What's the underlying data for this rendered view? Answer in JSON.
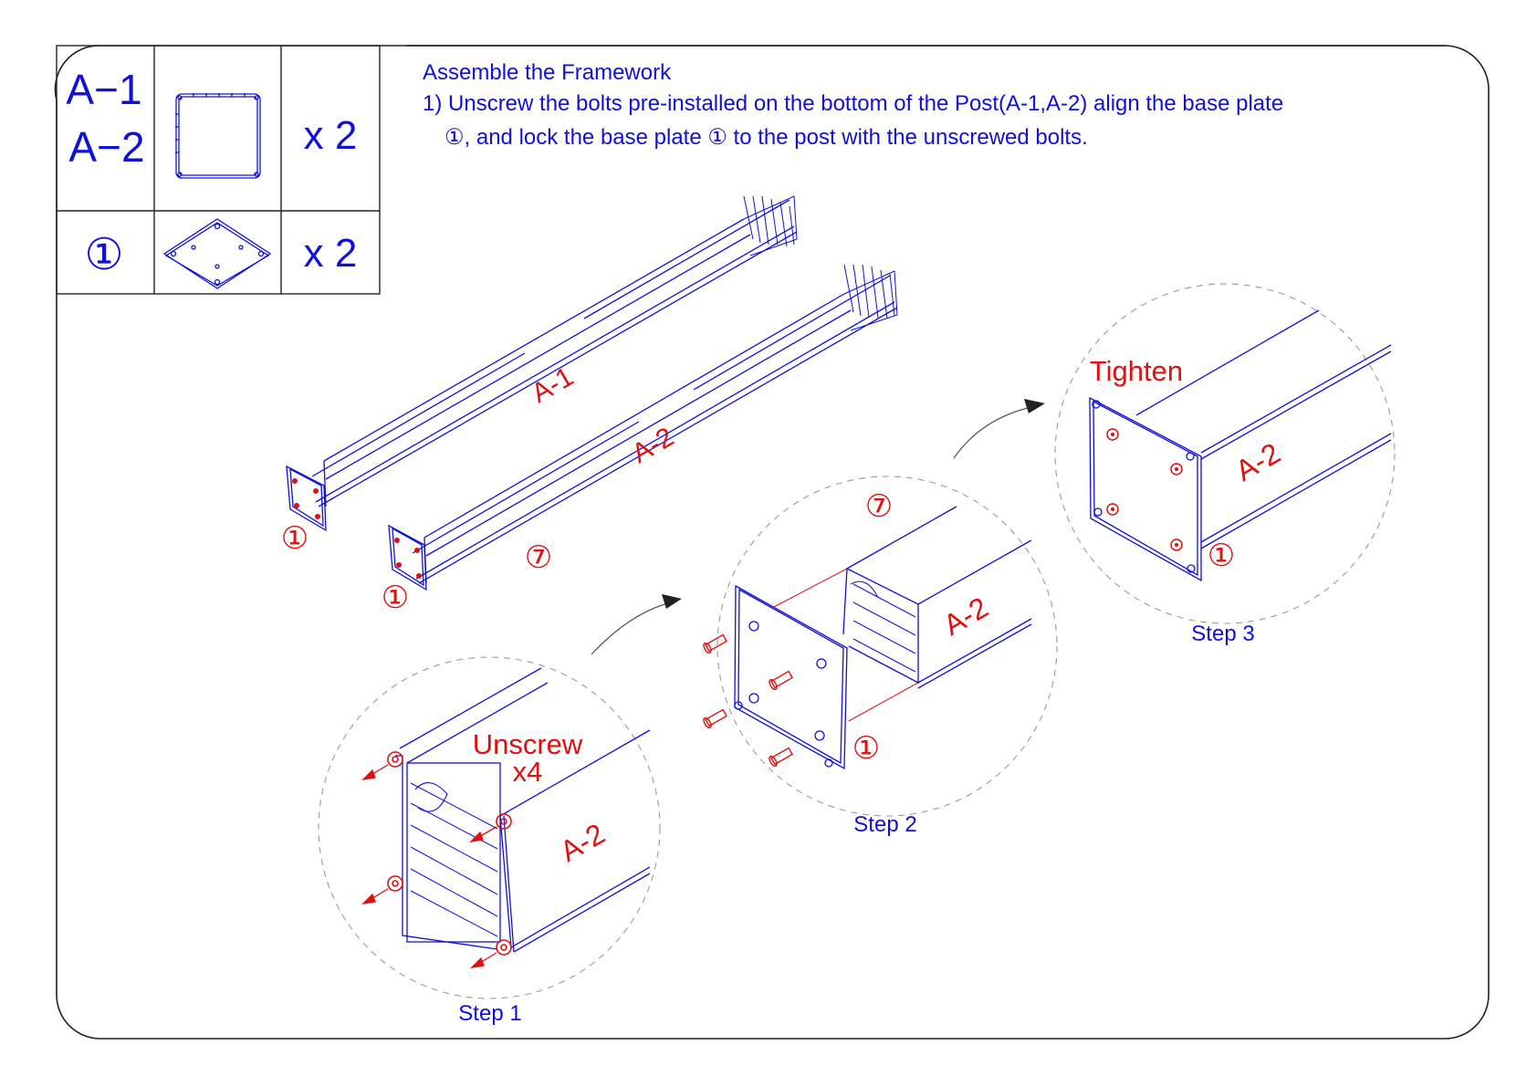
{
  "colors": {
    "line_blue": "#1010d8",
    "label_red": "#e01010",
    "frame": "#222222",
    "guide_gray": "#9a9a9a"
  },
  "parts_table": {
    "rows": [
      {
        "id_lines": [
          "A−1",
          "A−2"
        ],
        "icon": "post-end-square-icon",
        "qty": "x 2"
      },
      {
        "id_lines": [
          "①"
        ],
        "icon": "base-plate-icon",
        "qty": "x 2"
      }
    ]
  },
  "instructions": {
    "heading": "Assemble the Framework",
    "line1": "1) Unscrew the bolts pre-installed on the bottom of the Post(A-1,A-2) align the base plate",
    "line2": "①, and lock the base plate ① to the post with the unscrewed bolts."
  },
  "overview": {
    "post1_label": "A-1",
    "post2_label": "A-2",
    "plate1_callout": "①",
    "plate2_callout": "①",
    "tool_callout": "⑦"
  },
  "steps": {
    "step1": {
      "caption": "Step 1",
      "action_line1": "Unscrew",
      "action_line2": "x4",
      "post_label": "A-2"
    },
    "step2": {
      "caption": "Step 2",
      "tool_callout": "⑦",
      "plate_callout": "①",
      "post_label": "A-2"
    },
    "step3": {
      "caption": "Step 3",
      "action": "Tighten",
      "plate_callout": "①",
      "post_label": "A-2"
    }
  }
}
